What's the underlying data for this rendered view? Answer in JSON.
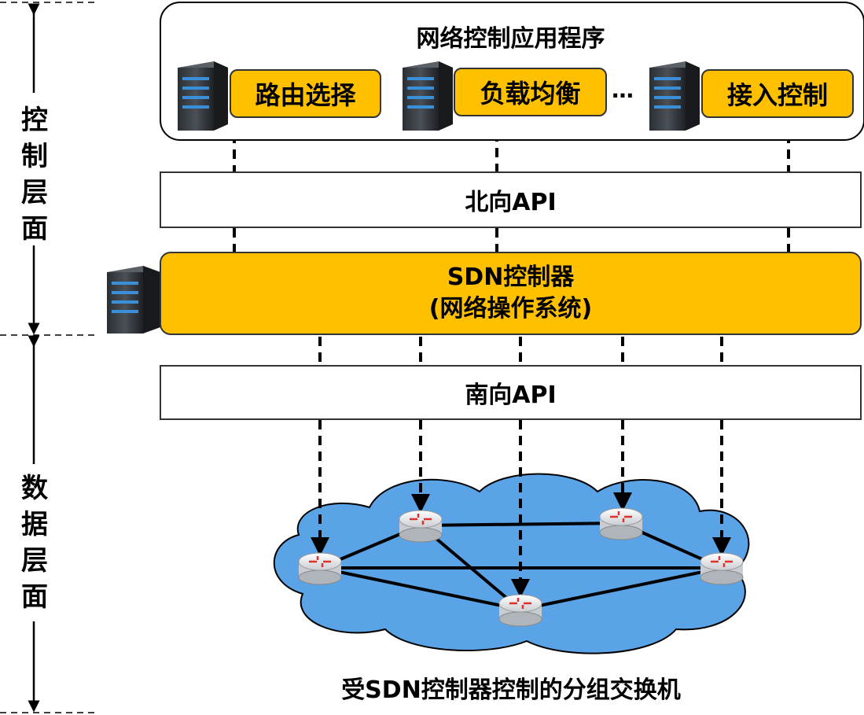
{
  "control_plane": {
    "label": "控制层面",
    "apps_title": "网络控制应用程序",
    "apps": [
      "路由选择",
      "负载均衡",
      "接入控制"
    ],
    "ellipsis": "…",
    "northbound_api": "北向API",
    "controller_line1": "SDN控制器",
    "controller_line2": "(网络操作系统)"
  },
  "data_plane": {
    "label": "数据层面",
    "southbound_api": "南向API",
    "caption": "受SDN控制器控制的分组交换机"
  },
  "colors": {
    "accent_yellow": "#ffc000",
    "cloud_blue": "#5aa3e6",
    "line": "#000000"
  },
  "icons": [
    "server-icon",
    "router-icon",
    "cloud-network-icon",
    "arrow-icon"
  ]
}
